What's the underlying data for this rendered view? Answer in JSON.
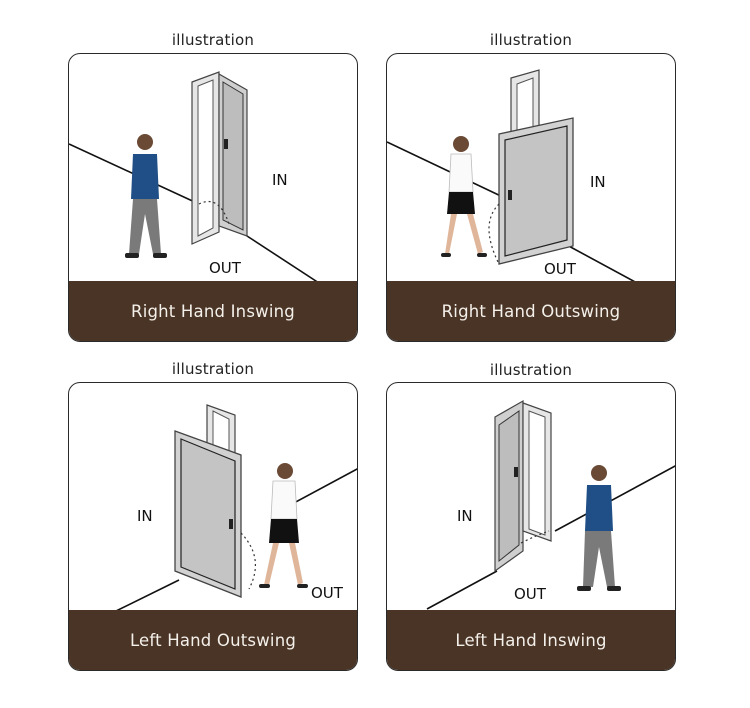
{
  "caption": "illustration",
  "labels": {
    "in": "IN",
    "out": "OUT"
  },
  "colors": {
    "footer": "#4a3426",
    "footer_text": "#f4f0ea",
    "frame": "#d8d8d8",
    "door": "#c9c9c9",
    "shirt_man": "#1f4f86",
    "pants": "#7a7a7a"
  },
  "panels": [
    {
      "title": "Right Hand Inswing"
    },
    {
      "title": "Right Hand Outswing"
    },
    {
      "title": "Left Hand Outswing"
    },
    {
      "title": "Left Hand Inswing"
    }
  ]
}
